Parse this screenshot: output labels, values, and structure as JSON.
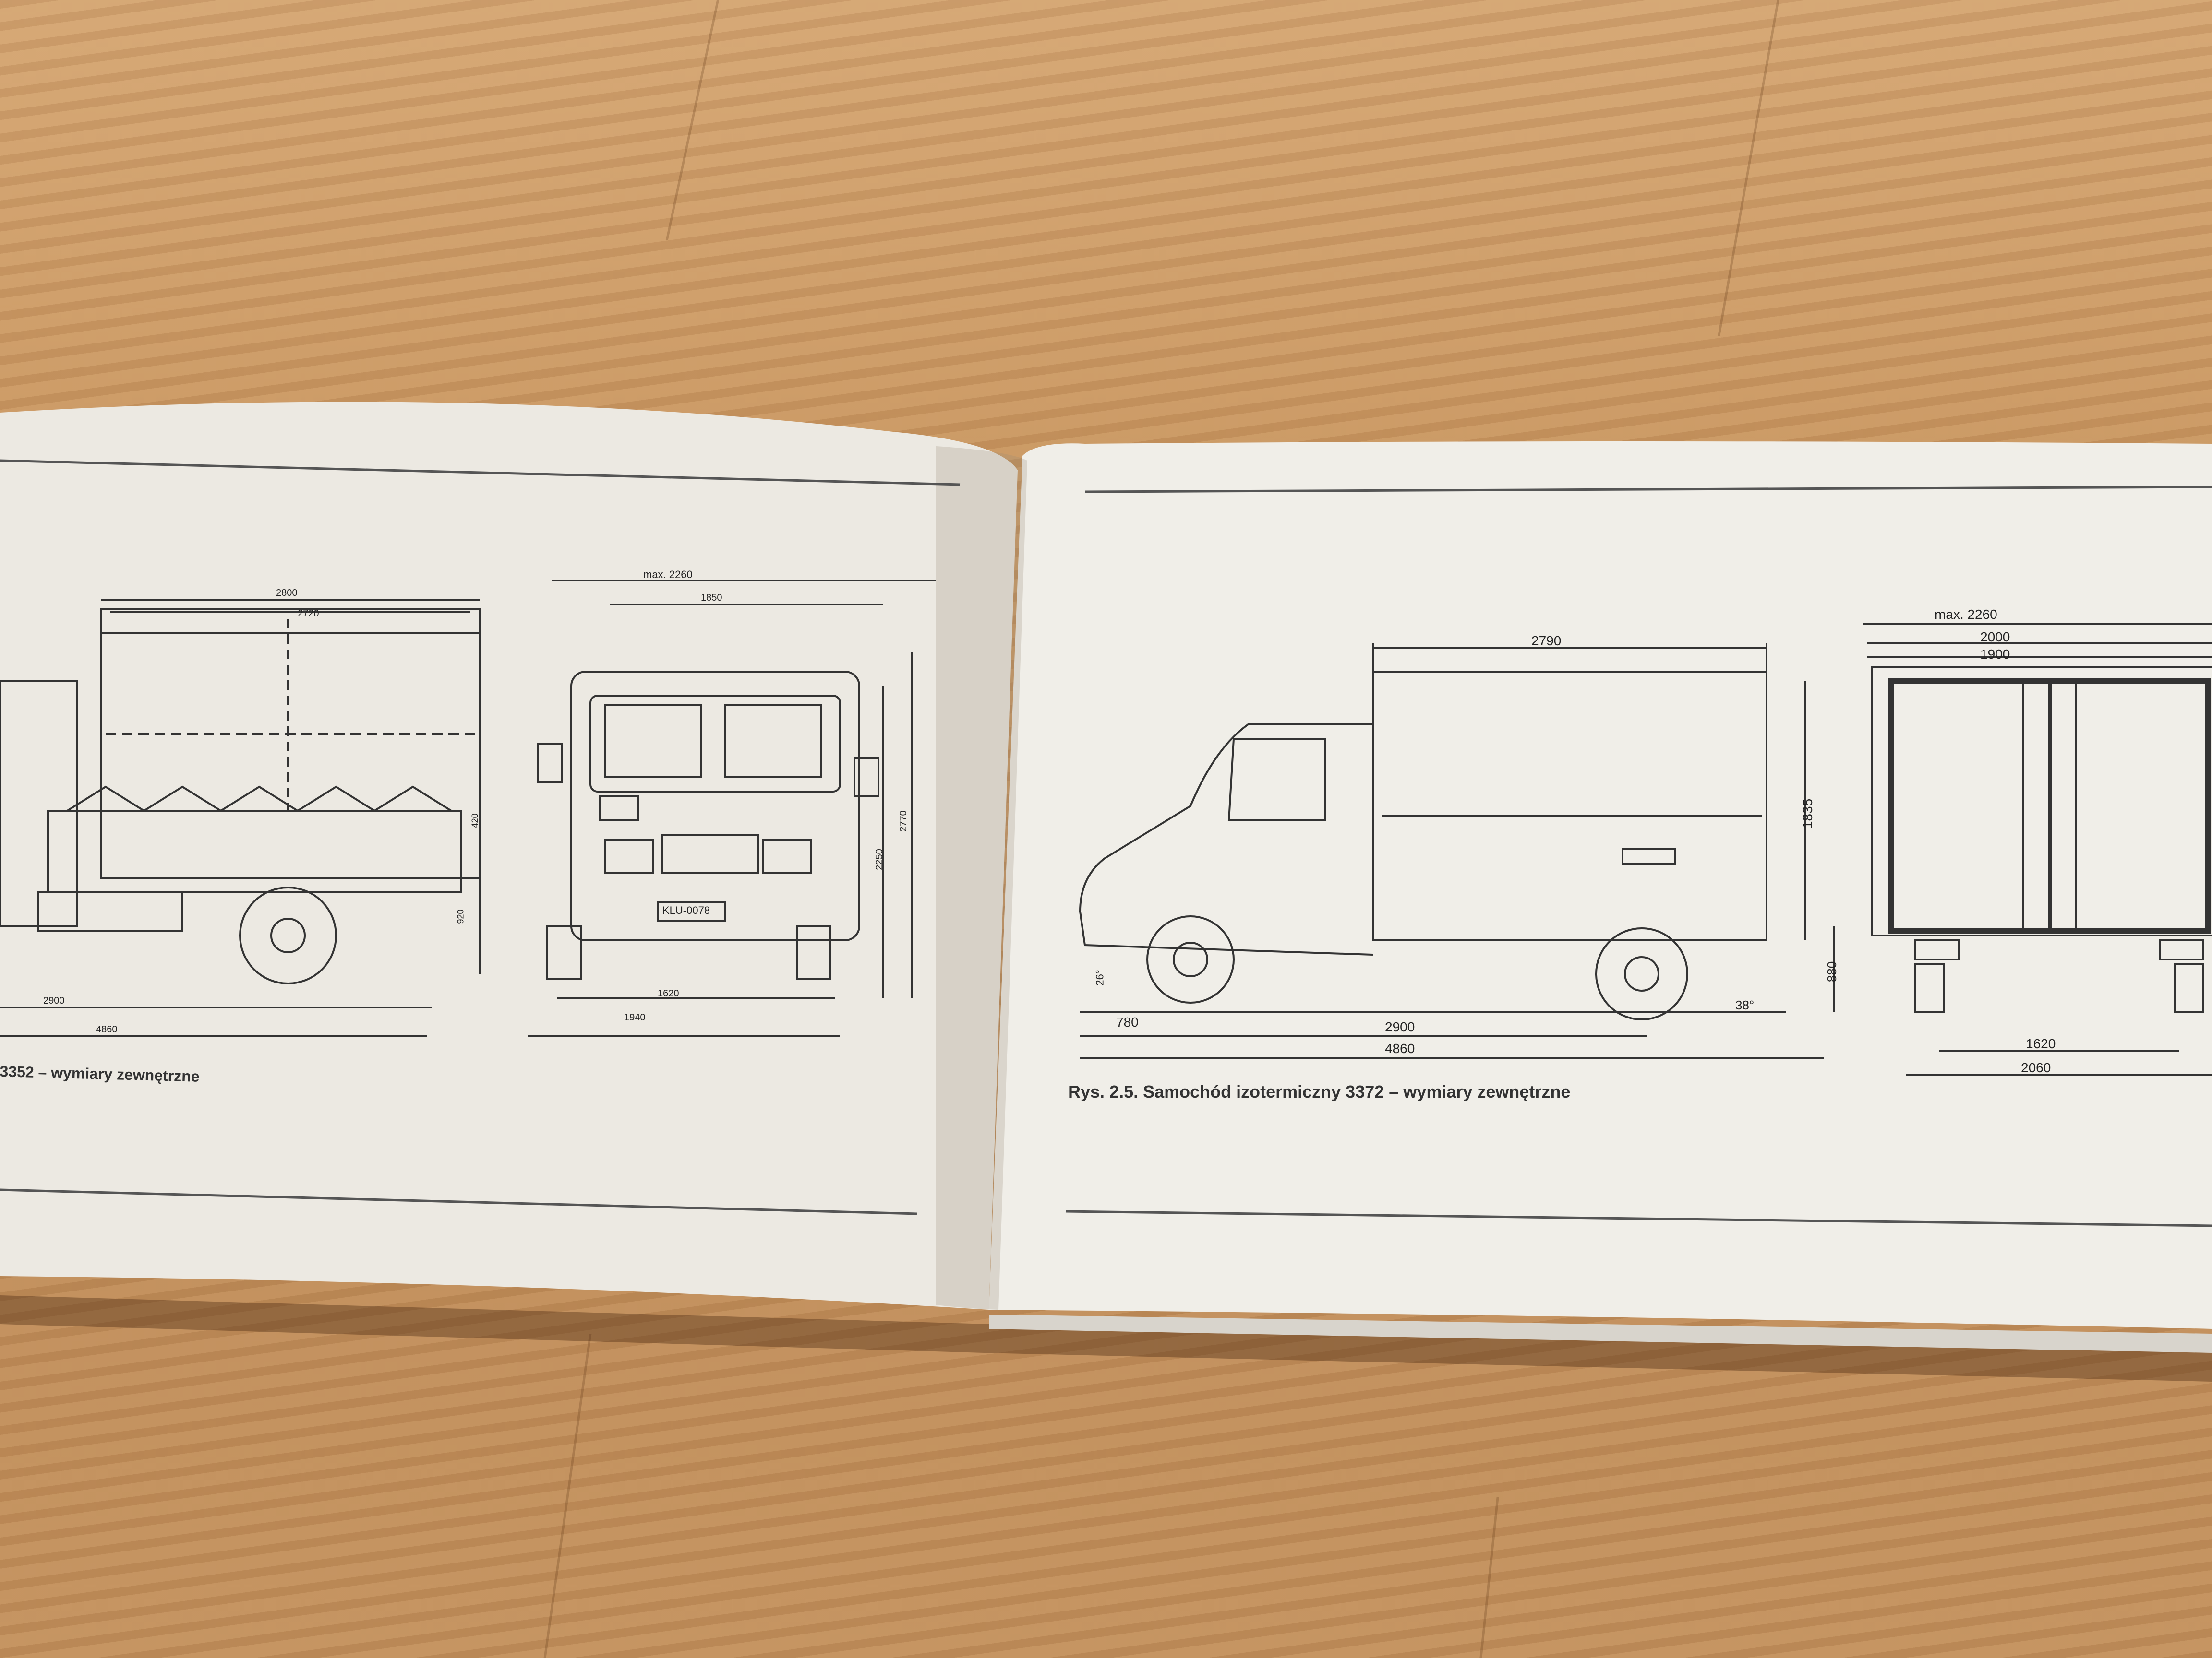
{
  "left_page": {
    "caption": "3352 – wymiary zewnętrzne",
    "side_dims": {
      "d1": "2800",
      "d2": "2720",
      "d3": "2900",
      "d4": "4860",
      "h1": "420",
      "h2": "920"
    },
    "front_dims": {
      "max": "max. 2260",
      "top": "1850",
      "track": "1620",
      "width": "1940",
      "h1": "2250",
      "h2": "2770"
    },
    "plate": "KLU-0078"
  },
  "right_page": {
    "caption": "Rys. 2.5. Samochód izotermiczny 3372 – wymiary zewnętrzne",
    "side_dims": {
      "body_length": "2790",
      "height": "1835",
      "front_overhang": "780",
      "wheelbase": "2900",
      "length": "4860",
      "floor_height": "880",
      "angle": "38°",
      "angle2": "26°"
    },
    "rear_dims": {
      "max": "max. 2260",
      "w1": "2000",
      "w2": "1900",
      "track": "1620",
      "width": "2060"
    }
  }
}
